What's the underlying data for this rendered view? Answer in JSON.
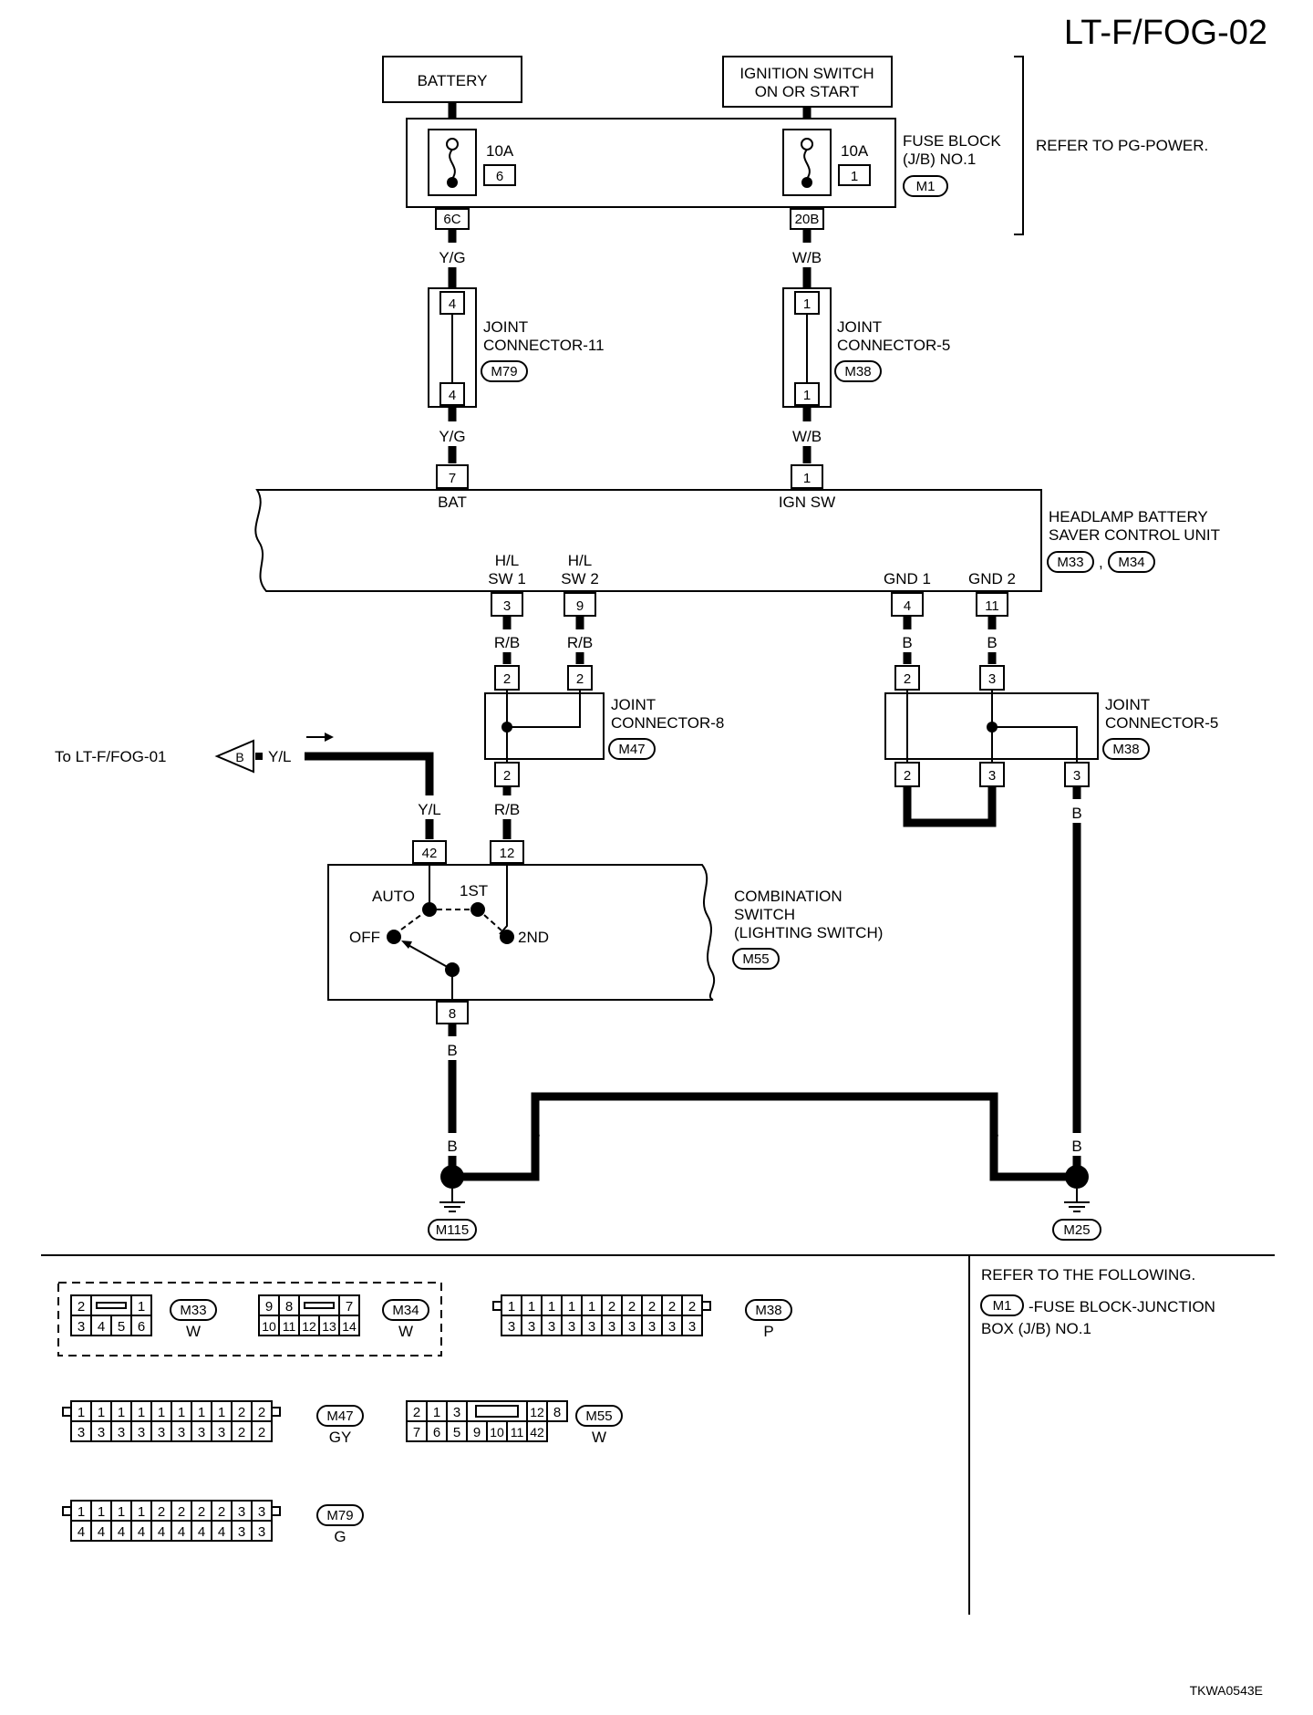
{
  "title": "LT-F/FOG-02",
  "figure_id": "TKWA0543E",
  "power": {
    "battery": "BATTERY",
    "ignition_line1": "IGNITION SWITCH",
    "ignition_line2": "ON OR START",
    "refer": "REFER TO PG-POWER."
  },
  "fuse_block": {
    "line1": "FUSE BLOCK",
    "line2": "(J/B) NO.1",
    "conn": "M1",
    "fuse_left_amp": "10A",
    "fuse_left_no": "6",
    "fuse_right_amp": "10A",
    "fuse_right_no": "1",
    "term_left": "6C",
    "term_right": "20B"
  },
  "wires": {
    "yg": "Y/G",
    "wb": "W/B",
    "rb": "R/B",
    "b": "B",
    "yl": "Y/L"
  },
  "jc11": {
    "line1": "JOINT",
    "line2": "CONNECTOR-11",
    "conn": "M79",
    "pin_top": "4",
    "pin_bot": "4"
  },
  "jc5_top": {
    "line1": "JOINT",
    "line2": "CONNECTOR-5",
    "conn": "M38",
    "pin_top": "1",
    "pin_bot": "1"
  },
  "control_unit": {
    "line1": "HEADLAMP BATTERY",
    "line2": "SAVER CONTROL UNIT",
    "conn1": "M33",
    "sep": ",",
    "conn2": "M34",
    "pin_bat": "7",
    "lbl_bat": "BAT",
    "pin_ign": "1",
    "lbl_ign": "IGN SW",
    "hl1_a": "H/L",
    "hl1_b": "SW 1",
    "pin_hl1": "3",
    "hl2_a": "H/L",
    "hl2_b": "SW 2",
    "pin_hl2": "9",
    "gnd1": "GND 1",
    "pin_gnd1": "4",
    "gnd2": "GND 2",
    "pin_gnd2": "11"
  },
  "jc8": {
    "line1": "JOINT",
    "line2": "CONNECTOR-8",
    "conn": "M47",
    "pin_tl": "2",
    "pin_tr": "2",
    "pin_b": "2"
  },
  "jc5_low": {
    "line1": "JOINT",
    "line2": "CONNECTOR-5",
    "conn": "M38",
    "pin_tl": "2",
    "pin_tr": "3",
    "pin_bl": "2",
    "pin_bm": "3",
    "pin_br": "3"
  },
  "to_link": {
    "text": "To LT-F/FOG-01",
    "arrow_letter": "B"
  },
  "comb_switch": {
    "line1": "COMBINATION",
    "line2": "SWITCH",
    "line3": "(LIGHTING SWITCH)",
    "conn": "M55",
    "pin_42": "42",
    "pin_12": "12",
    "pin_8": "8",
    "auto": "AUTO",
    "first": "1ST",
    "off": "OFF",
    "second": "2ND"
  },
  "grounds": {
    "left": "M115",
    "right": "M25"
  },
  "refer_box": {
    "line1": "REFER TO THE FOLLOWING.",
    "conn": "M1",
    "line2": "-FUSE BLOCK-JUNCTION",
    "line3": "BOX (J/B) NO.1"
  },
  "connectors": {
    "m33": {
      "id": "M33",
      "color": "W",
      "top": [
        "2",
        "1"
      ],
      "bottom": [
        "3",
        "4",
        "5",
        "6"
      ]
    },
    "m34": {
      "id": "M34",
      "color": "W",
      "top": [
        "9",
        "8",
        "7"
      ],
      "bottom": [
        "10",
        "11",
        "12",
        "13",
        "14"
      ]
    },
    "m38": {
      "id": "M38",
      "color": "P",
      "top": [
        "1",
        "1",
        "1",
        "1",
        "1",
        "2",
        "2",
        "2",
        "2",
        "2"
      ],
      "bottom": [
        "3",
        "3",
        "3",
        "3",
        "3",
        "3",
        "3",
        "3",
        "3",
        "3"
      ]
    },
    "m47": {
      "id": "M47",
      "color": "GY",
      "top": [
        "1",
        "1",
        "1",
        "1",
        "1",
        "1",
        "1",
        "1",
        "2",
        "2"
      ],
      "bottom": [
        "3",
        "3",
        "3",
        "3",
        "3",
        "3",
        "3",
        "3",
        "2",
        "2"
      ]
    },
    "m55": {
      "id": "M55",
      "color": "W",
      "top": [
        "2",
        "1",
        "3",
        "12",
        "8"
      ],
      "bottom": [
        "7",
        "6",
        "5",
        "9",
        "10",
        "11",
        "42"
      ]
    },
    "m79": {
      "id": "M79",
      "color": "G",
      "top": [
        "1",
        "1",
        "1",
        "1",
        "2",
        "2",
        "2",
        "2",
        "3",
        "3"
      ],
      "bottom": [
        "4",
        "4",
        "4",
        "4",
        "4",
        "4",
        "4",
        "4",
        "3",
        "3"
      ]
    }
  }
}
